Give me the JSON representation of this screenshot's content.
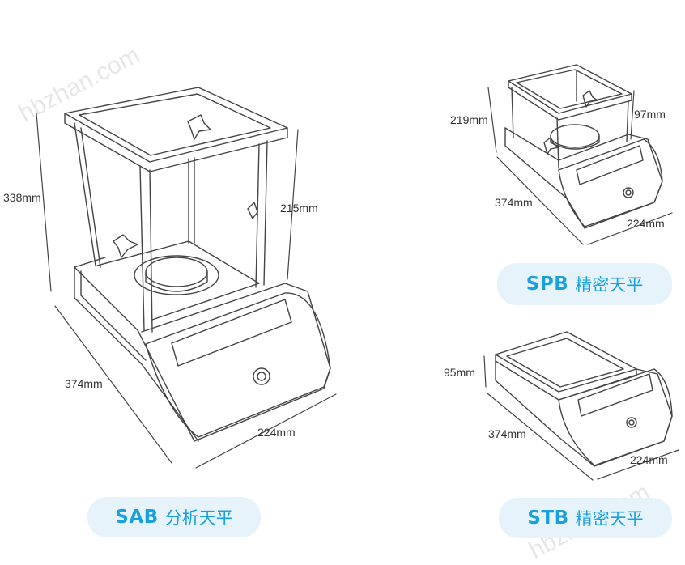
{
  "watermark": "hbzhan.com",
  "models": [
    {
      "model": "SAB",
      "type_label": "分析天平",
      "dimensions": {
        "height": "338mm",
        "chamber_height": "215mm",
        "depth": "374mm",
        "width": "224mm"
      }
    },
    {
      "model": "SPB",
      "type_label": "精密天平",
      "dimensions": {
        "height": "219mm",
        "chamber_height": "97mm",
        "depth": "374mm",
        "width": "224mm"
      }
    },
    {
      "model": "STB",
      "type_label": "精密天平",
      "dimensions": {
        "height": "95mm",
        "depth": "374mm",
        "width": "224mm"
      }
    }
  ],
  "colors": {
    "accent": "#1aa0dc",
    "pill_bg": "#e6f3fb",
    "line": "#444444"
  }
}
